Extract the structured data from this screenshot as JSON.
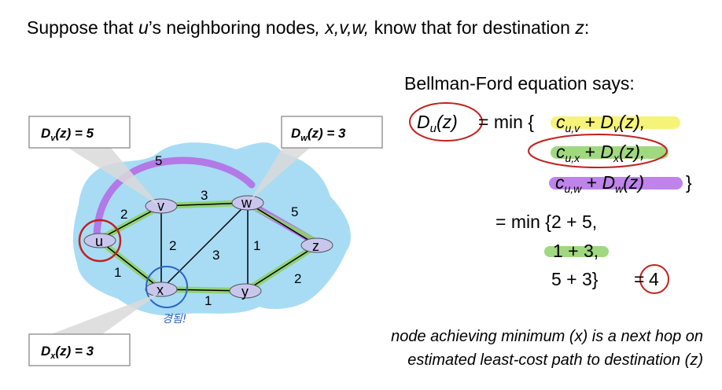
{
  "heading": {
    "prefix": "Suppose that ",
    "u": "u",
    "mid": "’s neighboring nodes",
    "nodes": ", x,v,w,",
    "rest": " know that for destination ",
    "z": "z",
    "colon": ":"
  },
  "callouts": {
    "dv": {
      "D": "D",
      "sub": "v",
      "rest": "(z) = 5"
    },
    "dw": {
      "D": "D",
      "sub": "w",
      "rest": "(z) = 3"
    },
    "dx": {
      "D": "D",
      "sub": "x",
      "rest": "(z) = 3"
    }
  },
  "graph": {
    "nodes": {
      "u": "u",
      "v": "v",
      "w": "w",
      "x": "x",
      "y": "y",
      "z": "z"
    },
    "edges": {
      "uv": "2",
      "ux": "1",
      "vw": "3",
      "vx": "2",
      "wx": "3",
      "wy": "1",
      "wz": "5",
      "xy": "1",
      "yz": "2",
      "uw_arc": "5"
    },
    "annotation": "경됨!"
  },
  "bellman_ford": {
    "title": "Bellman-Ford equation says:",
    "lhs": {
      "D": "D",
      "sub": "u",
      "rest": "(z)"
    },
    "eq_min": "= min {",
    "term1": {
      "c": "c",
      "csub": "u,v",
      "plus": " + ",
      "D": "D",
      "dsub": "v",
      "rest": "(z),"
    },
    "term2": {
      "c": "c",
      "csub": "u,x",
      "plus": " + ",
      "D": "D",
      "dsub": "x",
      "rest": "(z),"
    },
    "term3": {
      "c": "c",
      "csub": "u,w",
      "plus": " + ",
      "D": "D",
      "dsub": "w",
      "rest": "(z)"
    },
    "close_brace": "}",
    "line1": "= min {2 + 5,",
    "line2": "1 + 3,",
    "line3": "5 + 3}",
    "eq": "=",
    "result": "4"
  },
  "note": {
    "line1": "node achieving minimum (x) is a next hop on",
    "line2": "estimated least-cost path to destination (z)"
  },
  "colors": {
    "cloud": "#a8dcf5",
    "node_fill": "#c9c6ee",
    "green_highlight": "#8fd16a",
    "purple_highlight": "#b36ee6",
    "yellow_highlight": "#f4f36a",
    "red_circle": "#c0221f",
    "blue_circle": "#2b64c4"
  }
}
